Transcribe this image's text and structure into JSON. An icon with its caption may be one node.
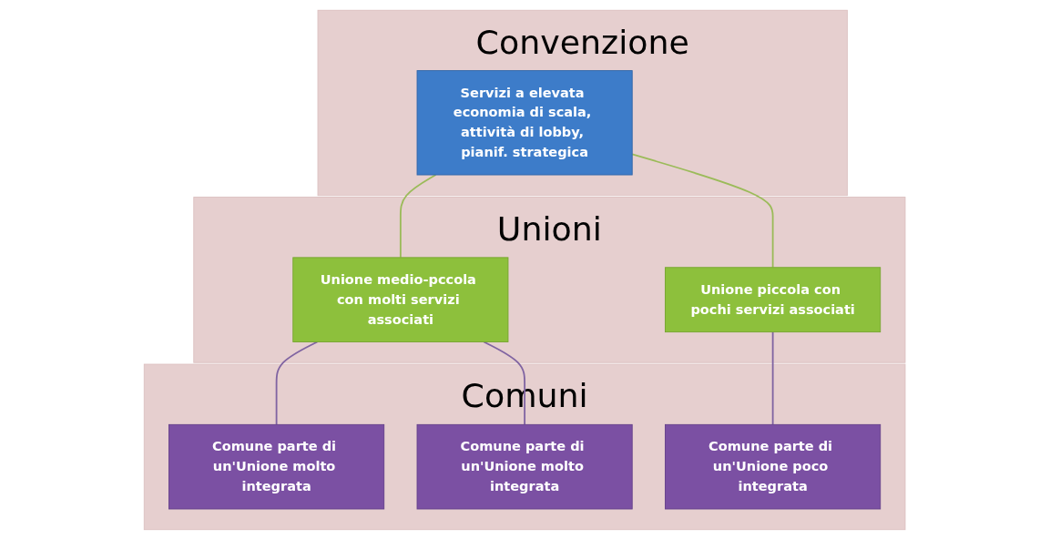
{
  "diagram": {
    "nodes": [
      {
        "text": [
          "Convenzione"
        ]
      },
      {
        "text": [
          "Servizi a elevata economia di scala, attività di lobby, pianif. strategica"
        ],
        "in": 0
      },
      {
        "text": [
          "Unioni"
        ]
      },
      {
        "text": [
          "Unione medio-pccola con molti servizi associati"
        ],
        "in": 2
      },
      {
        "text": [
          "Unione piccola con pochi servizi associati"
        ],
        "in": 2
      },
      {
        "text": [
          "Comuni"
        ]
      },
      {
        "text": [
          "Comune parte di un'Unione molto integrata"
        ],
        "in": 5
      },
      {
        "text": [
          "Comune parte di un'Unione molto integrata"
        ],
        "in": 5
      },
      {
        "text": [
          "Comune parte di un'Unione poco integrata"
        ],
        "in": 5
      }
    ],
    "edges": [
      {
        "from": 1,
        "to": 3,
        "arrow": "none",
        "color": "#9bbb59"
      },
      {
        "from": 1,
        "to": 4,
        "arrow": "none",
        "color": "#9bbb59"
      },
      {
        "from": 3,
        "to": 6,
        "arrow": "none"
      },
      {
        "from": 3,
        "to": 7,
        "arrow": "none"
      },
      {
        "from": 4,
        "to": 8,
        "arrow": "none"
      }
    ]
  }
}
